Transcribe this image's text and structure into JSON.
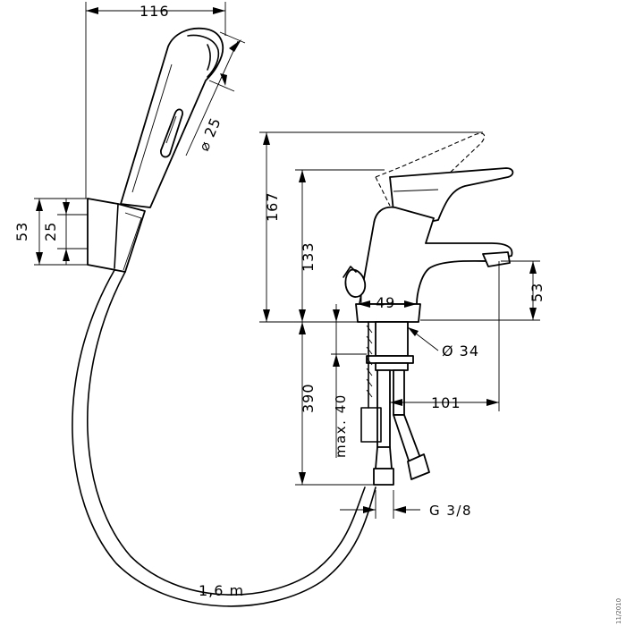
{
  "dimensions": {
    "handshower_width": "116",
    "nozzle_diameter": "⌀ 25",
    "holder_height": "53",
    "holder_inner": "25",
    "total_height": "167",
    "spout_height": "133",
    "spout_clearance": "53",
    "base_width": "49",
    "base_diameter": "Ø 34",
    "projection": "101",
    "hose_length_supply": "390",
    "max_countertop": "max. 40",
    "connection": "G 3/8",
    "hose_length": "1,6 m"
  },
  "footer": {
    "code": "11/2010"
  }
}
